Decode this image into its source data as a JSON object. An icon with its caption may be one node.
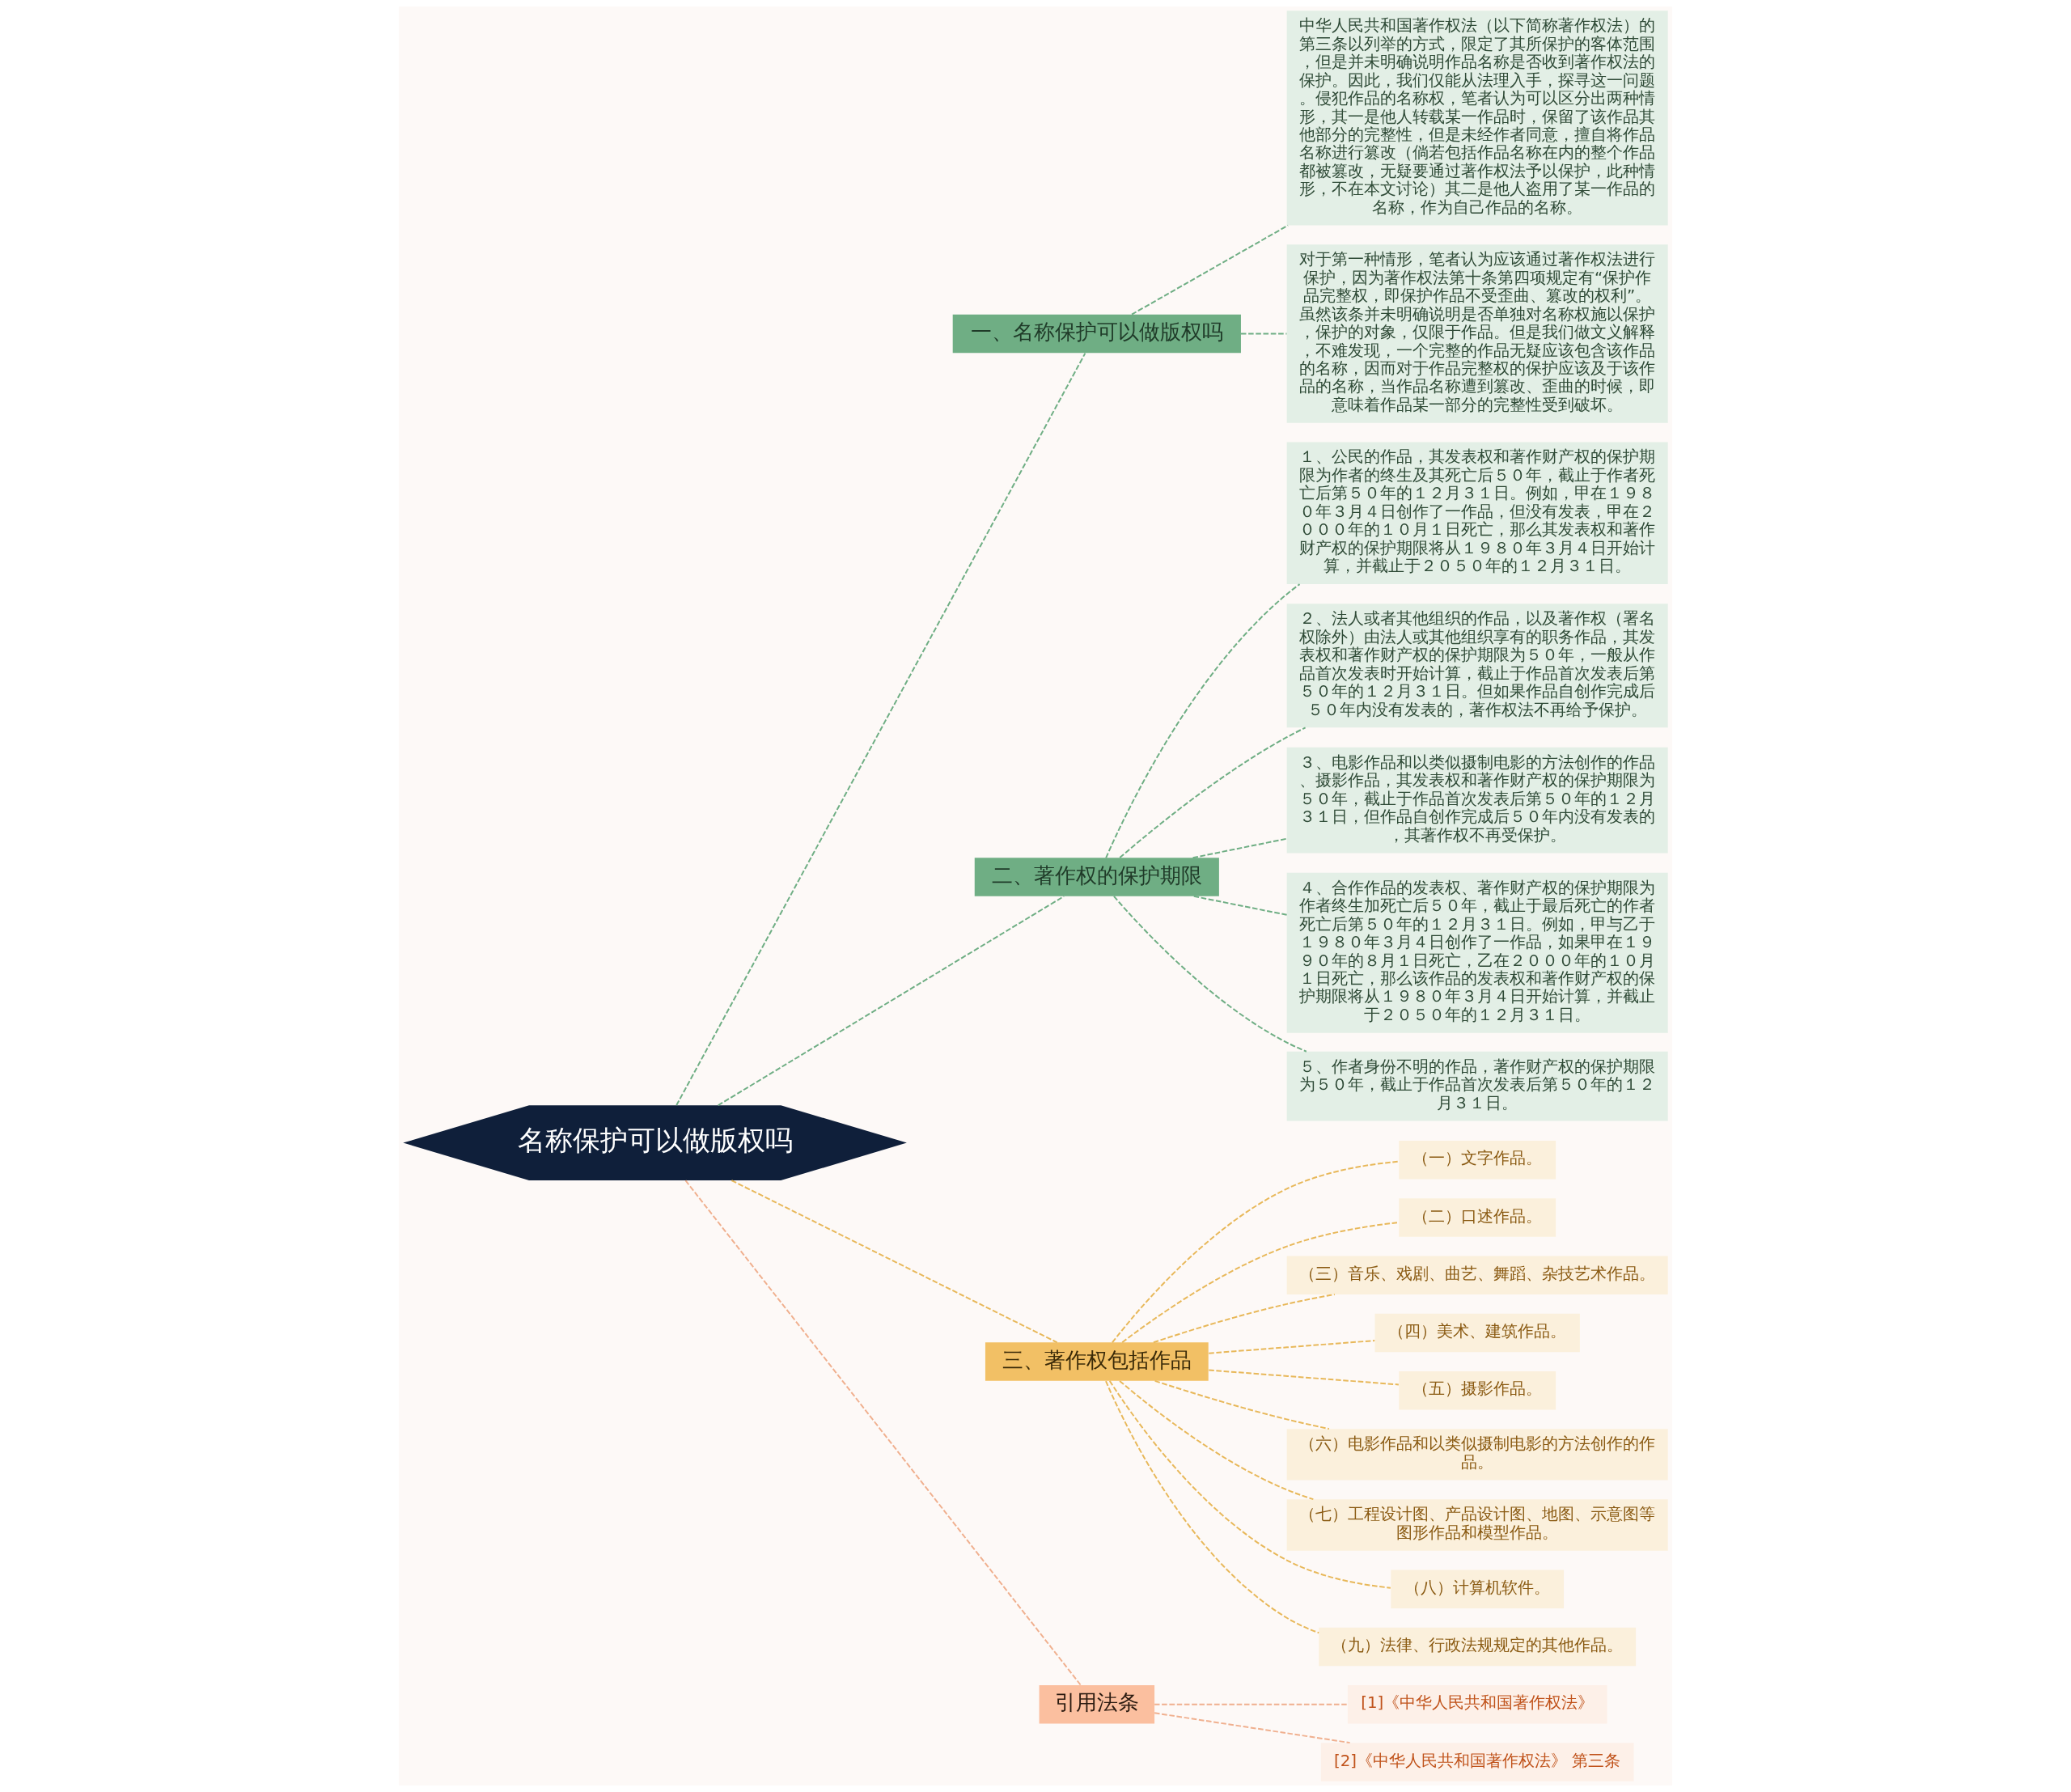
{
  "diagram": {
    "nodes": [
      {
        "text": [
          "名称保护可以做版权吗"
        ]
      },
      {
        "text": [
          "一、名称保护可以做版权吗"
        ]
      },
      {
        "text": [
          "中华人民共和国著作权法（以下简称著作权法）的第三条以列举的方式，限定了其所保护的客体范围，但是并未明确说明作品名称是否收到著作权法的保护。因此，我们仅能从法理入手，探寻这一问题。侵犯作品的名称权，笔者认为可以区分出两种情形，其一是他人转载某一作品时，保留了该作品其他部分的完整性，但是未经作者同意，擅自将作品名称进行篡改（倘若包括作品名称在内的整个作品都被篡改，无疑要通过著作权法予以保护，此种情形，不在本文讨论）其二是他人盗用了某一作品的名称，作为自己作品的名称。"
        ]
      },
      {
        "text": [
          "对于第一种情形，笔者认为应该通过著作权法进行保护，因为著作权法第十条第四项规定有“保护作品完整权，即保护作品不受歪曲、篡改的权利”。虽然该条并未明确说明是否单独对名称权施以保护，保护的对象，仅限于作品。但是我们做文义解释，不难发现，一个完整的作品无疑应该包含该作品的名称，因而对于作品完整权的保护应该及于该作品的名称，当作品名称遭到篡改、歪曲的时候，即意味着作品某一部分的完整性受到破坏。"
        ]
      },
      {
        "text": [
          "二、著作权的保护期限"
        ]
      },
      {
        "text": [
          "１、公民的作品，其发表权和著作财产权的保护期限为作者的终生及其死亡后５０年，截止于作者死亡后第５０年的１２月３１日。例如，甲在１９８０年３月４日创作了一作品，但没有发表，甲在２０００年的１０月１日死亡，那么其发表权和著作财产权的保护期限将从１９８０年３月４日开始计算，并截止于２０５０年的１２月３１日。"
        ]
      },
      {
        "text": [
          "２、法人或者其他组织的作品，以及著作权（署名权除外）由法人或其他组织享有的职务作品，其发表权和著作财产权的保护期限为５０年，一般从作品首次发表时开始计算，截止于作品首次发表后第５０年的１２月３１日。但如果作品自创作完成后５０年内没有发表的，著作权法不再给予保护。"
        ]
      },
      {
        "text": [
          "３、电影作品和以类似摄制电影的方法创作的作品、摄影作品，其发表权和著作财产权的保护期限为５０年，截止于作品首次发表后第５０年的１２月３１日，但作品自创作完成后５０年内没有发表的，其著作权不再受保护。"
        ]
      },
      {
        "text": [
          "４、合作作品的发表权、著作财产权的保护期限为作者终生加死亡后５０年，截止于最后死亡的作者死亡后第５０年的１２月３１日。例如，甲与乙于１９８０年３月４日创作了一作品，如果甲在１９９０年的８月１日死亡，乙在２０００年的１０月１日死亡，那么该作品的发表权和著作财产权的保护期限将从１９８０年３月４日开始计算，并截止于２０５０年的１２月３１日。"
        ]
      },
      {
        "text": [
          "５、作者身份不明的作品，著作财产权的保护期限为５０年，截止于作品首次发表后第５０年的１２月３１日。"
        ]
      },
      {
        "text": [
          "三、著作权包括作品"
        ]
      },
      {
        "text": [
          "（一）文字作品。"
        ]
      },
      {
        "text": [
          "（二）口述作品。"
        ]
      },
      {
        "text": [
          "（三）音乐、戏剧、曲艺、舞蹈、杂技艺术作品。"
        ]
      },
      {
        "text": [
          "（四）美术、建筑作品。"
        ]
      },
      {
        "text": [
          "（五）摄影作品。"
        ]
      },
      {
        "text": [
          "（六）电影作品和以类似摄制电影的方法创作的作品。"
        ]
      },
      {
        "text": [
          "（七）工程设计图、产品设计图、地图、示意图等图形作品和模型作品。"
        ]
      },
      {
        "text": [
          "（八）计算机软件。"
        ]
      },
      {
        "text": [
          "（九）法律、行政法规规定的其他作品。"
        ]
      },
      {
        "text": [
          "引用法条"
        ]
      },
      {
        "text": [
          "[1]《中华人民共和国著作权法》"
        ]
      },
      {
        "text": [
          "[2]《中华人民共和国著作权法》 第三条"
        ]
      }
    ],
    "edges": [
      {
        "from": 0,
        "to": 1,
        "arrow": "none",
        "style": "dashed",
        "color": "#6fae84"
      },
      {
        "from": 1,
        "to": 2,
        "arrow": "none",
        "style": "dashed",
        "color": "#6fae84"
      },
      {
        "from": 1,
        "to": 3,
        "arrow": "none",
        "style": "dashed",
        "color": "#6fae84"
      },
      {
        "from": 0,
        "to": 4,
        "arrow": "none",
        "style": "dashed",
        "color": "#6fae84"
      },
      {
        "from": 4,
        "to": 5,
        "arrow": "none",
        "style": "dashed",
        "color": "#6fae84"
      },
      {
        "from": 4,
        "to": 6,
        "arrow": "none",
        "style": "dashed",
        "color": "#6fae84"
      },
      {
        "from": 4,
        "to": 7,
        "arrow": "none",
        "style": "dashed",
        "color": "#6fae84"
      },
      {
        "from": 4,
        "to": 8,
        "arrow": "none",
        "style": "dashed",
        "color": "#6fae84"
      },
      {
        "from": 4,
        "to": 9,
        "arrow": "none",
        "style": "dashed",
        "color": "#6fae84"
      },
      {
        "from": 0,
        "to": 10,
        "arrow": "none",
        "style": "dashed"
      },
      {
        "from": 10,
        "to": 11,
        "arrow": "none",
        "style": "dashed"
      },
      {
        "from": 10,
        "to": 12,
        "arrow": "none",
        "style": "dashed"
      },
      {
        "from": 10,
        "to": 13,
        "arrow": "none",
        "style": "dashed"
      },
      {
        "from": 10,
        "to": 14,
        "arrow": "none",
        "style": "dashed"
      },
      {
        "from": 10,
        "to": 15,
        "arrow": "none",
        "style": "dashed"
      },
      {
        "from": 10,
        "to": 16,
        "arrow": "none",
        "style": "dashed"
      },
      {
        "from": 10,
        "to": 17,
        "arrow": "none",
        "style": "dashed"
      },
      {
        "from": 10,
        "to": 18,
        "arrow": "none",
        "style": "dashed"
      },
      {
        "from": 10,
        "to": 19,
        "arrow": "none",
        "style": "dashed"
      },
      {
        "from": 0,
        "to": 20,
        "arrow": "none",
        "style": "dashed",
        "color": "#f0b08f"
      },
      {
        "from": 20,
        "to": 21,
        "arrow": "none",
        "style": "dashed",
        "color": "#f0b08f"
      },
      {
        "from": 20,
        "to": 22,
        "arrow": "none",
        "style": "dashed",
        "color": "#f0b08f"
      }
    ]
  }
}
